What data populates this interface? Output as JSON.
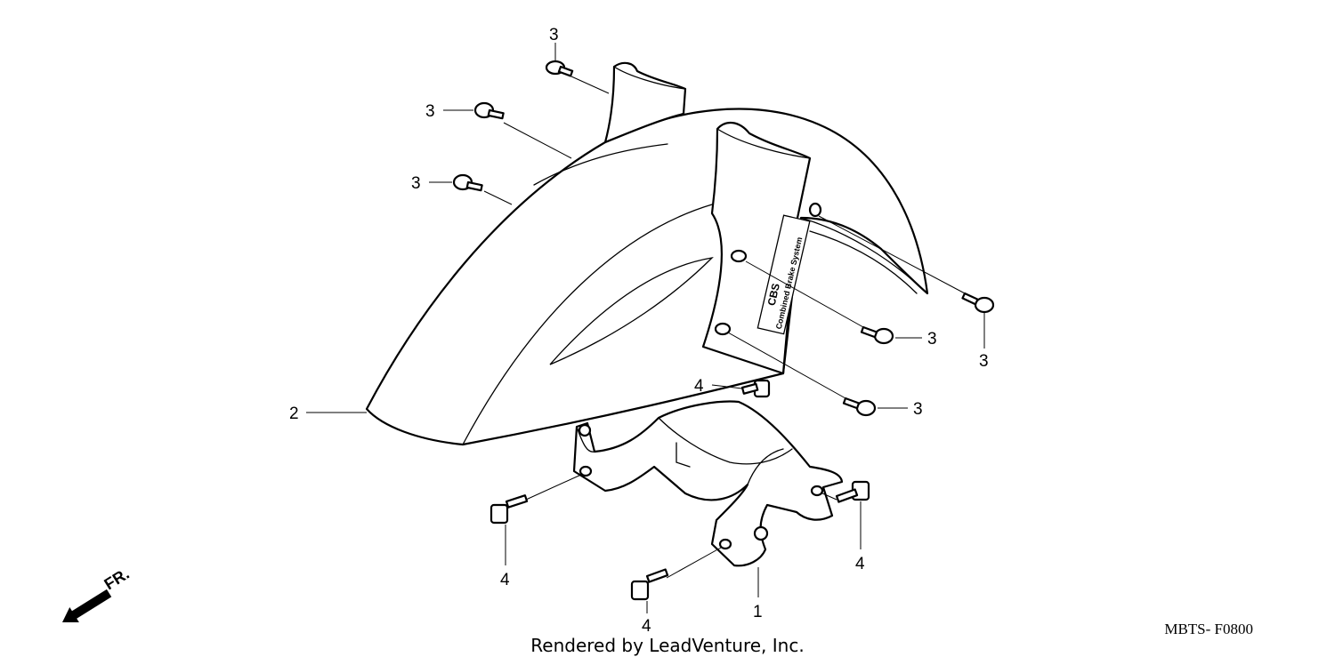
{
  "diagram": {
    "callouts": {
      "bracket": "1",
      "fender": "2",
      "screw": "3",
      "bolt": "4"
    },
    "decal": {
      "logo": "CBS",
      "text": "Combined Brake System"
    },
    "direction_label": "FR.",
    "diagram_code": "MBTS- F0800",
    "footer": "Rendered by LeadVenture, Inc."
  }
}
